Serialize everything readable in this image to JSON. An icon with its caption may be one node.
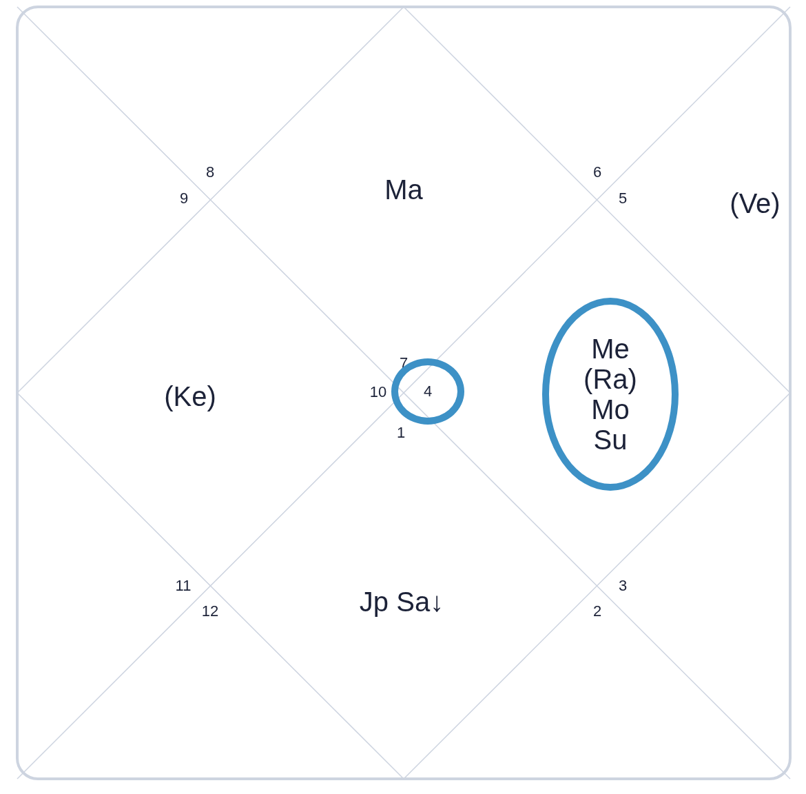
{
  "diagram": {
    "nodes": [
      {
        "text": [
          "4"
        ]
      },
      {
        "text": [
          "Me",
          "(Ra)",
          "Mo",
          "Su"
        ]
      }
    ],
    "labels": [
      "8",
      "6",
      "Ma",
      "9",
      "5",
      "(Ve)",
      "7",
      "10",
      "(Ke)",
      "1",
      "11",
      "3",
      "Jp Sa↓",
      "12",
      "2"
    ]
  }
}
